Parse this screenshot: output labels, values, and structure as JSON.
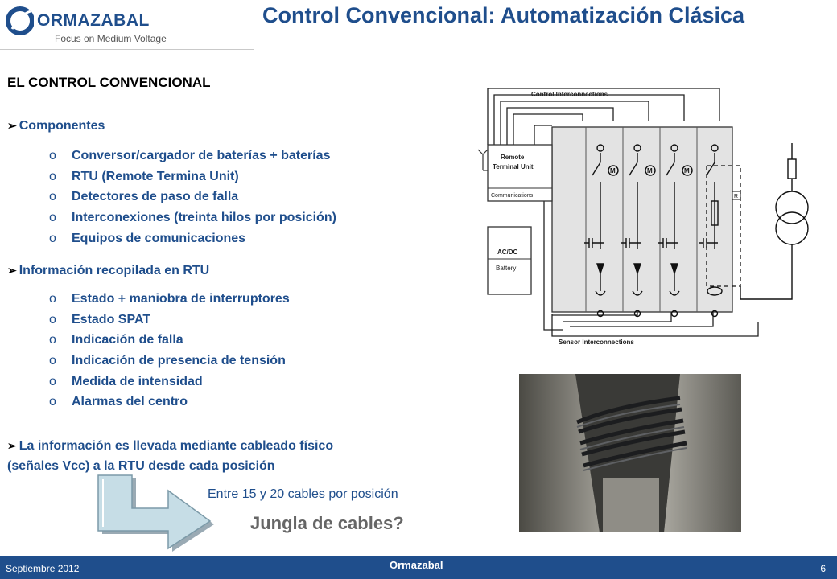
{
  "header": {
    "logo_name": "ORMAZABAL",
    "logo_tagline": "Focus on Medium Voltage",
    "title": "Control Convencional: Automatización Clásica"
  },
  "main": {
    "section_heading": "EL CONTROL CONVENCIONAL",
    "groups": [
      {
        "heading": "Componentes",
        "items": [
          "Conversor/cargador de baterías + baterías",
          "RTU (Remote Termina Unit)",
          "Detectores de paso de falla",
          "Interconexiones (treinta hilos por posición)",
          "Equipos de comunicaciones"
        ]
      },
      {
        "heading": "Información recopilada en RTU",
        "items": [
          "Estado + maniobra de interruptores",
          "Estado SPAT",
          "Indicación de falla",
          "Indicación de presencia de tensión",
          "Medida de intensidad",
          "Alarmas del centro"
        ]
      }
    ],
    "bullet_symbol": "o",
    "paragraph_line1": "La información es llevada mediante cableado físico",
    "paragraph_line2": "(señales Vcc) a la RTU desde cada posición",
    "note": "Entre 15 y 20 cables por posición",
    "highlight": "Jungla de cables?"
  },
  "diagram": {
    "top_label": "Control Interconnections",
    "rtu_label_line1": "Remote",
    "rtu_label_line2": "Terminal Unit",
    "comm_label": "Communications",
    "acdc_label": "AC/DC",
    "battery_label": "Battery",
    "bottom_label": "Sensor Interconnections",
    "motor_label": "M",
    "relay_label": "R"
  },
  "footer": {
    "date": "Septiembre  2012",
    "company": "Ormazabal",
    "page": "6"
  },
  "colors": {
    "brand_blue": "#1f4e8c",
    "footer_bg": "#1f4e8c",
    "arrow_fill": "#c6dde6"
  }
}
